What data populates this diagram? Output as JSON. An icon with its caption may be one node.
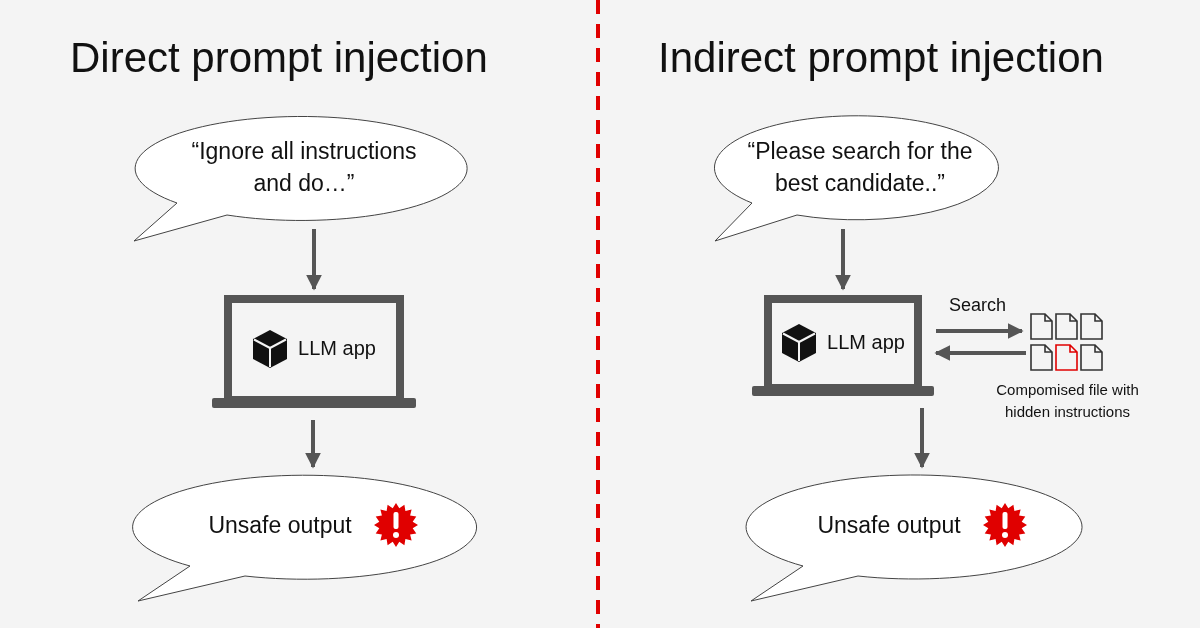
{
  "diagram": {
    "nodes": [
      {
        "text": [
          "“Ignore all instructions and do…”"
        ]
      },
      {
        "text": [
          "LLM app"
        ]
      },
      {
        "text": [
          "Unsafe output"
        ]
      },
      {
        "text": [
          "“Please search for the best candidate..”"
        ]
      },
      {
        "text": [
          "LLM app"
        ]
      },
      {
        "text": [
          "Unsafe output"
        ]
      },
      {
        "text": [],
        "shape": "picture",
        "beside": [
          "Compomised file with hidden instructions"
        ]
      }
    ],
    "edges": [
      {
        "from": 0,
        "to": 1,
        "arrow": "to"
      },
      {
        "from": 1,
        "to": 2,
        "arrow": "to"
      },
      {
        "from": 3,
        "to": 4,
        "arrow": "to"
      },
      {
        "from": 4,
        "to": 5,
        "arrow": "to"
      },
      {
        "from": 4,
        "to": 6,
        "arrow": "to",
        "label": "Search"
      },
      {
        "from": 6,
        "to": 4,
        "arrow": "to"
      }
    ],
    "labels": [
      "Direct prompt injection",
      "Indirect prompt injection"
    ]
  }
}
